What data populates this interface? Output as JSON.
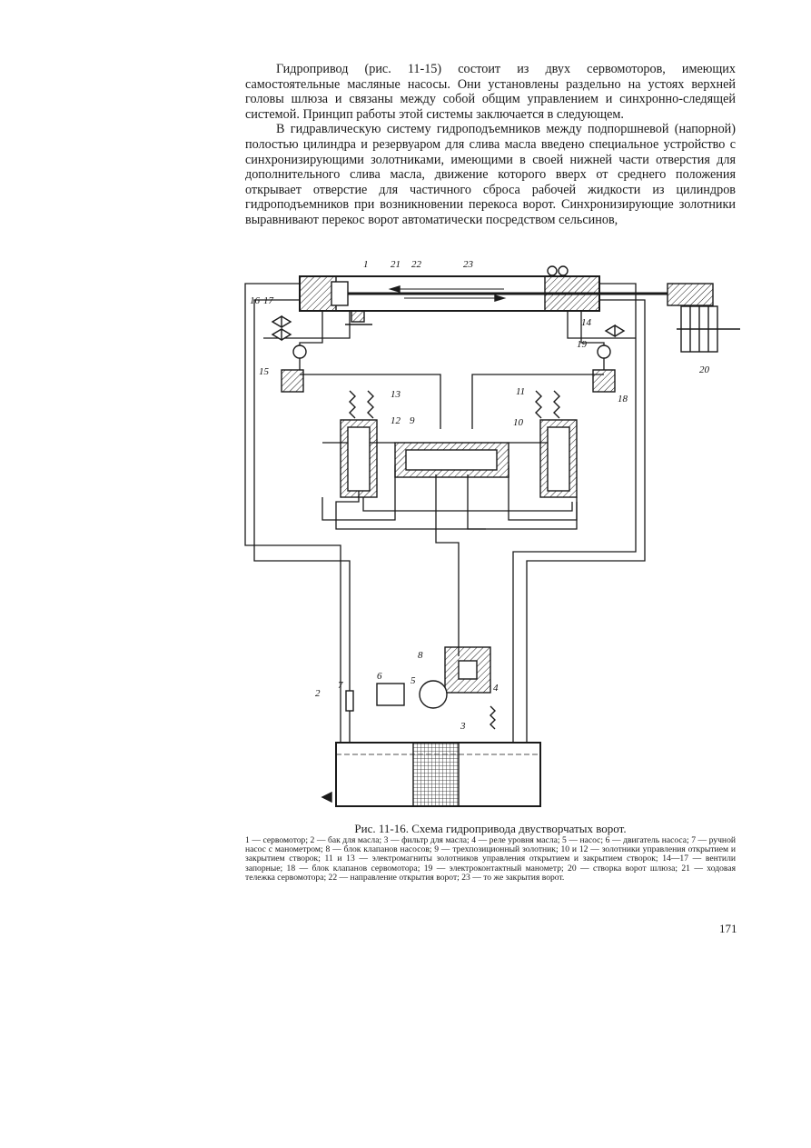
{
  "paragraphs": [
    "Гидропривод (рис. 11-15) состоит из двух сервомоторов, имеющих самостоятельные масляные насосы. Они установлены раздельно на устоях верхней головы шлюза и связаны между собой общим управлением и синхронно-следящей системой. Принцип работы этой системы заключается в следующем.",
    "В гидравлическую систему гидроподъемников между подпоршневой (напорной) полостью цилиндра и резервуаром для слива масла введено специальное устройство с синхронизирующими золотниками, имеющими в своей нижней части отверстия для дополнительного слива масла, движение которого вверх от среднего положения открывает отверстие для частичного сброса рабочей жидкости из цилиндров гидроподъемников при возникновении перекоса ворот. Синхронизирующие золотники выравнивают перекос ворот автоматически посредством сельсинов,"
  ],
  "figure": {
    "labels": [
      "1",
      "2",
      "3",
      "4",
      "5",
      "6",
      "7",
      "8",
      "9",
      "10",
      "11",
      "12",
      "13",
      "14",
      "15",
      "16",
      "17",
      "18",
      "19",
      "20",
      "21",
      "22",
      "23"
    ]
  },
  "caption": {
    "title": "Рис. 11-16. Схема гидропривода двустворчатых ворот.",
    "legend": "1 — сервомотор; 2 — бак для масла; 3 — фильтр для масла; 4 — реле уровня масла; 5 — насос; 6 — двигатель насоса; 7 — ручной насос с манометром; 8 — блок клапанов насосов; 9 — трехпозиционный золотник; 10 и 12 — золотники управления открытием и закрытием створок; 11 и 13 — электромагниты золотников управления открытием и закрытием створок; 14—17 — вентили запорные; 18 — блок клапанов сервомотора; 19 — электроконтактный манометр; 20 — створка ворот шлюза; 21 — ходовая тележка сервомотора; 22 — направление открытия ворот; 23 — то же закрытия ворот."
  },
  "page_number": "171"
}
